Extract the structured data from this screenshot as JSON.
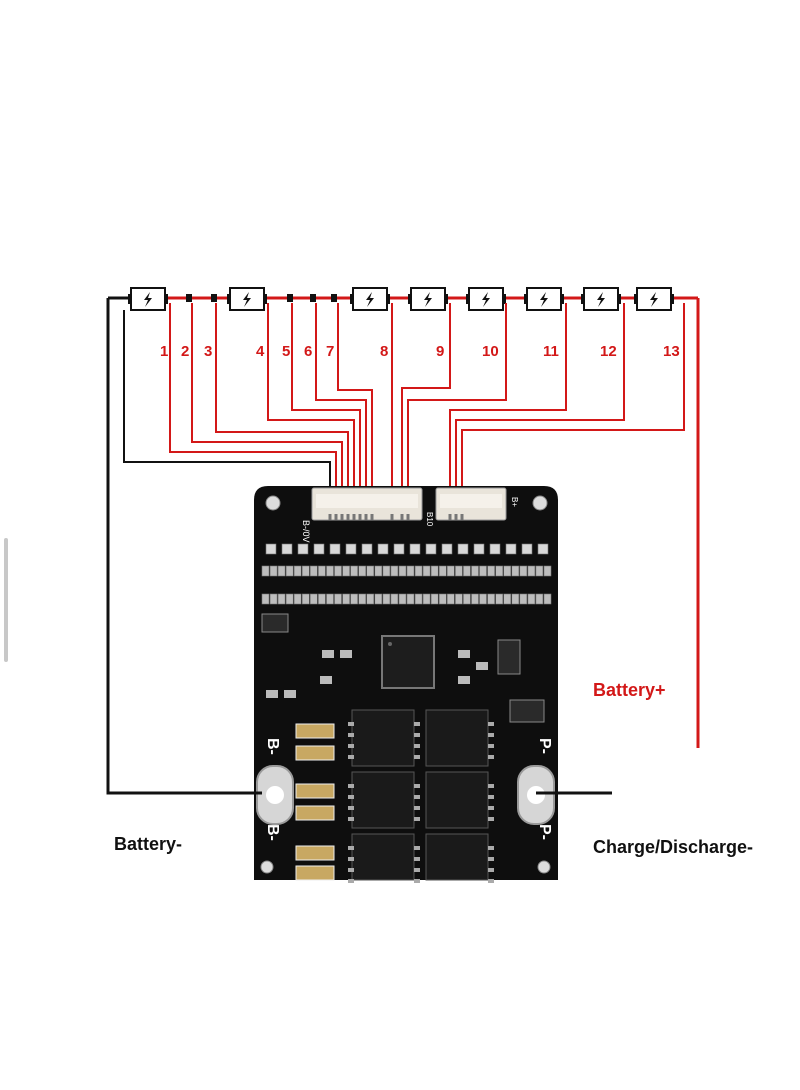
{
  "cell_numbers": [
    "1",
    "2",
    "3",
    "4",
    "5",
    "6",
    "7",
    "8",
    "9",
    "10",
    "11",
    "12",
    "13"
  ],
  "terminals": {
    "battery_plus": "Battery+",
    "battery_minus": "Battery-",
    "charge_discharge_minus": "Charge/Discharge-"
  },
  "board_silkscreen": {
    "b_minus": "B-",
    "p_minus": "P-",
    "b0_label": "B-/0V",
    "b10_label": "B10",
    "b_plus_label": "B+"
  },
  "colors": {
    "red_wire": "#d31818",
    "black_wire": "#111111",
    "board": "#0e0e0e",
    "label_red": "#d31818",
    "label_black": "#111111"
  },
  "icons": {
    "cell": "battery-bolt-icon",
    "mount": "mounting-hole-icon"
  }
}
